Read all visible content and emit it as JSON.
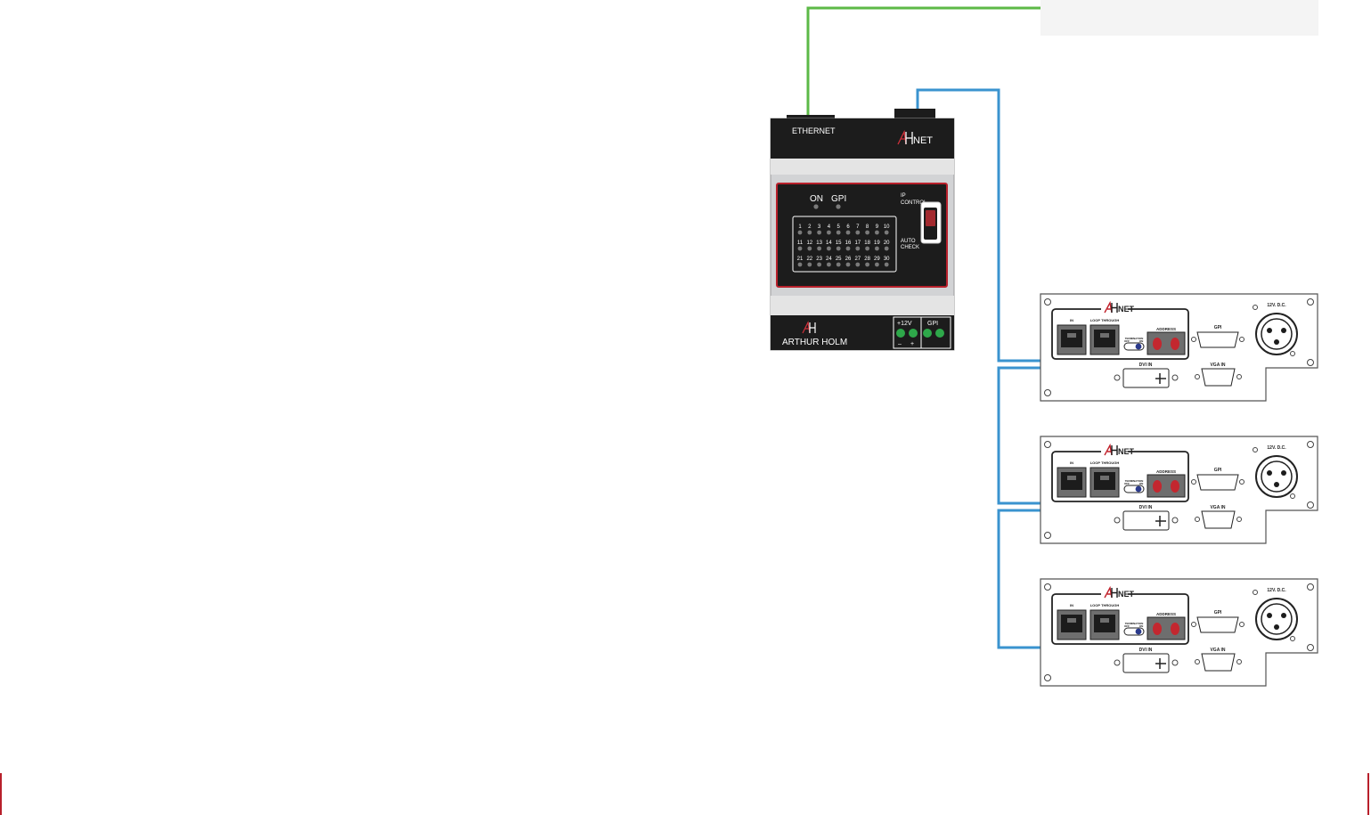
{
  "controller": {
    "ethernet_label": "ETHERNET",
    "brand_net": "NET",
    "led_on": "ON",
    "led_gpi": "GPI",
    "ip_label_1": "IP",
    "ip_label_2": "CONTROL",
    "auto_label_1": "AUTO",
    "auto_label_2": "CHECK",
    "led_rows": [
      [
        "1",
        "2",
        "3",
        "4",
        "5",
        "6",
        "7",
        "8",
        "9",
        "10"
      ],
      [
        "11",
        "12",
        "13",
        "14",
        "15",
        "16",
        "17",
        "18",
        "19",
        "20"
      ],
      [
        "21",
        "22",
        "23",
        "24",
        "25",
        "26",
        "27",
        "28",
        "29",
        "30"
      ]
    ],
    "maker": "ARTHUR HOLM",
    "power_label": "+12V",
    "gpi_label": "GPI",
    "minus": "–",
    "plus": "+"
  },
  "panel_labels": {
    "brand_net": "NET",
    "in": "IN",
    "loop": "LOOP THROUGH",
    "termination": "TERMINATION",
    "off": "OFF",
    "on": "ON",
    "address": "ADDRESS",
    "gpi": "GPI",
    "dc": "12V. D.C.",
    "dvi": "DVI IN",
    "vga": "VGA IN"
  },
  "panels": [
    {
      "id": "panel-1",
      "loop_connected": true
    },
    {
      "id": "panel-2",
      "loop_connected": true
    },
    {
      "id": "panel-3",
      "loop_connected": false
    }
  ],
  "colors": {
    "ethernet_cable": "#5cb947",
    "bus_cable": "#3a93cf",
    "accent_red": "#b8202b",
    "led_green": "#2ea84a",
    "device_dark": "#1c1c1c"
  },
  "icons": [
    "ah-logo-icon",
    "rj45-jack-icon",
    "xlr-connector-icon",
    "dsub-connector-icon",
    "dvi-connector-icon",
    "screw-hole-icon",
    "toggle-switch-icon",
    "led-icon"
  ]
}
